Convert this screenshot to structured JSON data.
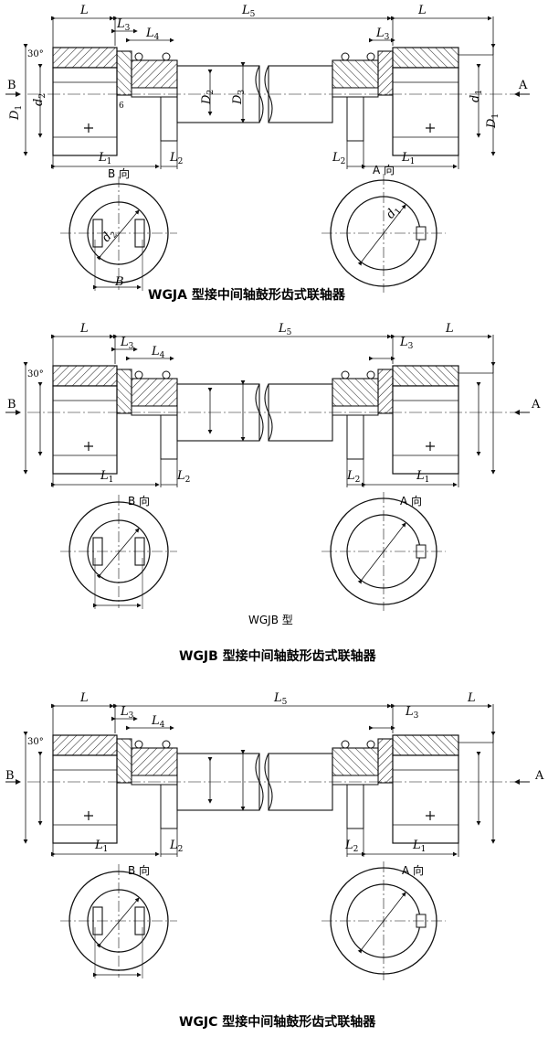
{
  "diagrams": [
    {
      "caption": "WGJA 型接中间轴鼓形齿式联轴器",
      "view_b": "B 向",
      "view_a": "A 向",
      "labels": {
        "L": "L",
        "L5": "L",
        "L5_sub": "5",
        "L3": "L",
        "L3_sub": "3",
        "L4": "L",
        "L4_sub": "4",
        "L1": "L",
        "L1_sub": "1",
        "L2": "L",
        "L2_sub": "2",
        "D1": "D",
        "D1_sub": "1",
        "d2": "d",
        "d2_sub": "2",
        "d1": "d",
        "d1_sub": "1",
        "D2": "D",
        "D2_sub": "2",
        "D3": "D",
        "D3_sub": "3",
        "B": "B",
        "A": "A",
        "angle": "30°",
        "six": "6"
      }
    },
    {
      "caption": "WGJB 型接中间轴鼓形齿式联轴器",
      "subcaption": "WGJB 型",
      "view_b": "B 向",
      "view_a": "A 向"
    },
    {
      "caption": "WGJC 型接中间轴鼓形齿式联轴器",
      "view_b": "B 向",
      "view_a": "A 向"
    }
  ]
}
